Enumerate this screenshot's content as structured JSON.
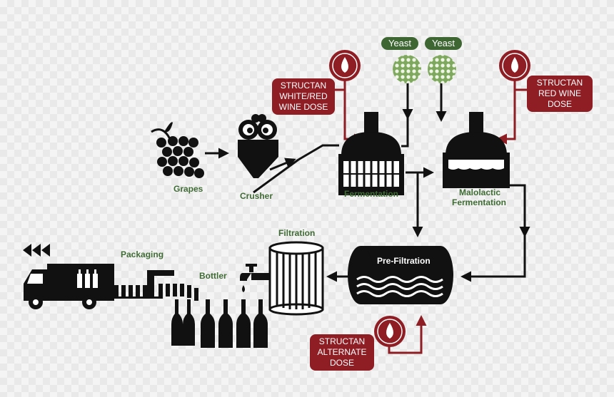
{
  "colors": {
    "accent_red": "#8e1d24",
    "accent_green": "#3e6633",
    "ink": "#111111",
    "label_green": "#3f6b34"
  },
  "steps": {
    "grapes": "Grapes",
    "crusher": "Crusher",
    "fermentation": "Fermentation",
    "malolactic_line1": "Malolactic",
    "malolactic_line2": "Fermentation",
    "pre_filtration": "Pre-Filtration",
    "filtration": "Filtration",
    "bottler": "Bottler",
    "packaging": "Packaging"
  },
  "yeast": [
    "Yeast",
    "Yeast"
  ],
  "doses": {
    "white_red": [
      "STRUCTAN",
      "WHITE/RED",
      "WINE DOSE"
    ],
    "red_wine": [
      "STRUCTAN",
      "RED WINE",
      "DOSE"
    ],
    "alternate": [
      "STRUCTAN",
      "ALTERNATE",
      "DOSE"
    ]
  },
  "icons": {
    "drop": "drop-icon",
    "yeast": "yeast-cluster-icon",
    "truck": "truck-icon",
    "arrows": "triple-left-arrow-icon"
  }
}
